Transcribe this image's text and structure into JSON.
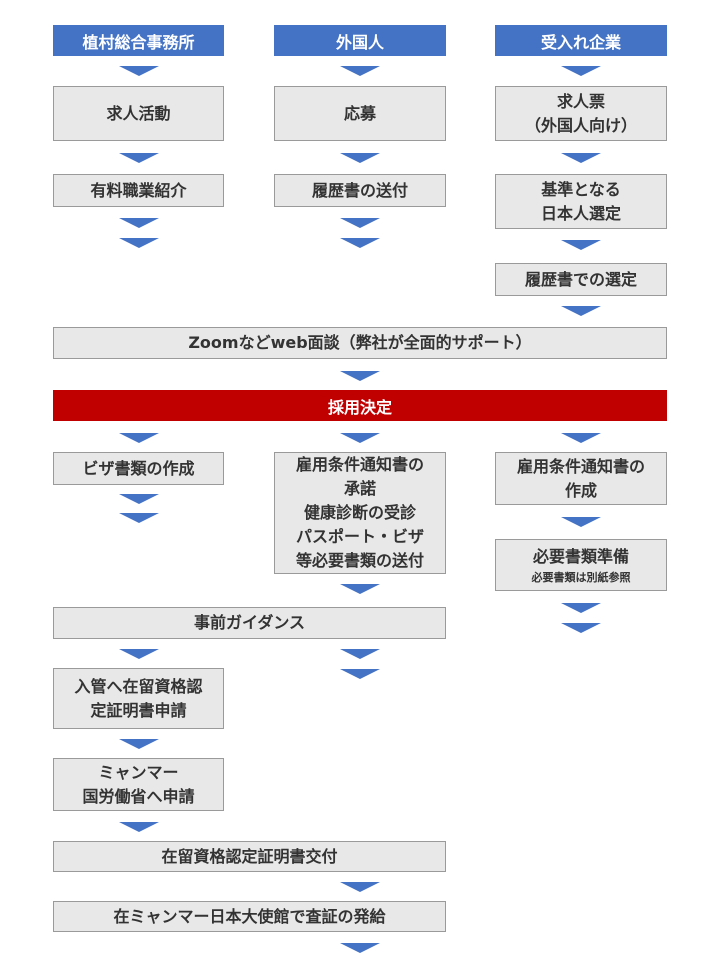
{
  "colors": {
    "header": "#4472C4",
    "step": "#E8E8E8",
    "decision": "#C00000",
    "arrow": "#4472C4"
  },
  "columns": [
    {
      "header": "植村総合事務所",
      "steps": [
        "求人活動",
        "有料職業紹介"
      ]
    },
    {
      "header": "外国人",
      "steps": [
        "応募",
        "履歴書の送付"
      ]
    },
    {
      "header": "受入れ企業",
      "steps": [
        [
          "求人票",
          "（外国人向け）"
        ],
        [
          "基準となる",
          "日本人選定"
        ],
        "履歴書での選定"
      ]
    }
  ],
  "shared": {
    "interview": "Zoomなどweb面談（弊社が全面的サポート）",
    "decision": "採用決定"
  },
  "after_decision": {
    "col1": "ビザ書類の作成",
    "col2": [
      "雇用条件通知書の",
      "承諾",
      "健康診断の受診",
      "パスポート・ビザ",
      "等必要書類の送付"
    ],
    "col3_a": [
      "雇用条件通知書の",
      "作成"
    ],
    "col3_b": {
      "title": "必要書類準備",
      "note": "必要書類は別紙参照"
    }
  },
  "guidance": "事前ガイダンス",
  "procedure": [
    [
      "入管へ在留資格認",
      "定証明書申請"
    ],
    [
      "ミャンマー",
      "国労働省へ申請"
    ]
  ],
  "final_steps": [
    "在留資格認定証明書交付",
    "在ミャンマー日本大使館で査証の発給"
  ]
}
